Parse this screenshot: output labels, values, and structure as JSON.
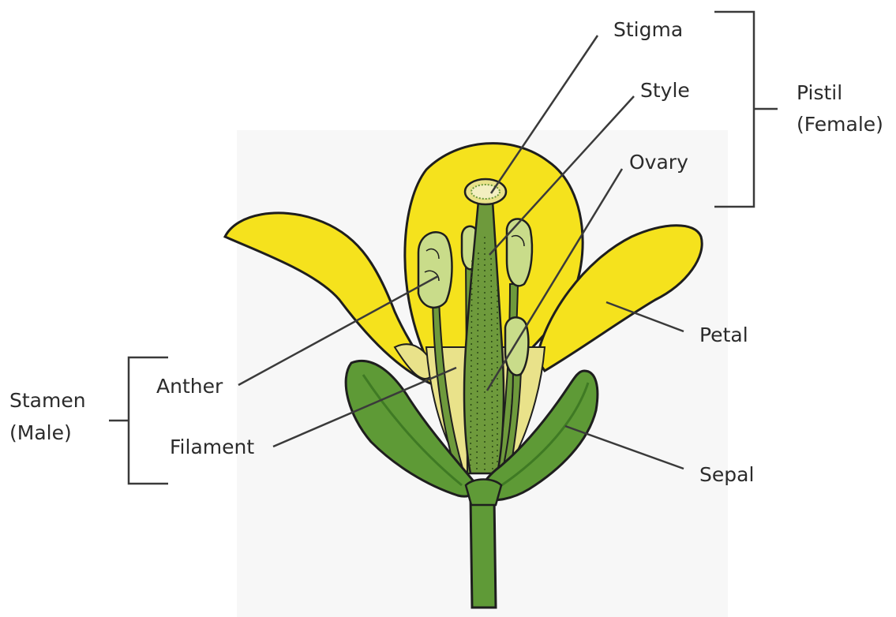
{
  "labels": {
    "stigma": "Stigma",
    "style": "Style",
    "ovary": "Ovary",
    "pistil": "Pistil",
    "pistil_sub": "(Female)",
    "petal": "Petal",
    "sepal": "Sepal",
    "anther": "Anther",
    "filament": "Filament",
    "stamen": "Stamen",
    "stamen_sub": "(Male)"
  },
  "colors": {
    "petal": "#f5e21d",
    "petal_inner": "#e9e28a",
    "sepal": "#5e9a36",
    "sepal_dark": "#3f7a24",
    "stem": "#5f9a37",
    "pistil": "#6e9a3c",
    "anther": "#c9dc8a",
    "outline": "#1e1e1e",
    "leader": "#3a3a3a"
  }
}
